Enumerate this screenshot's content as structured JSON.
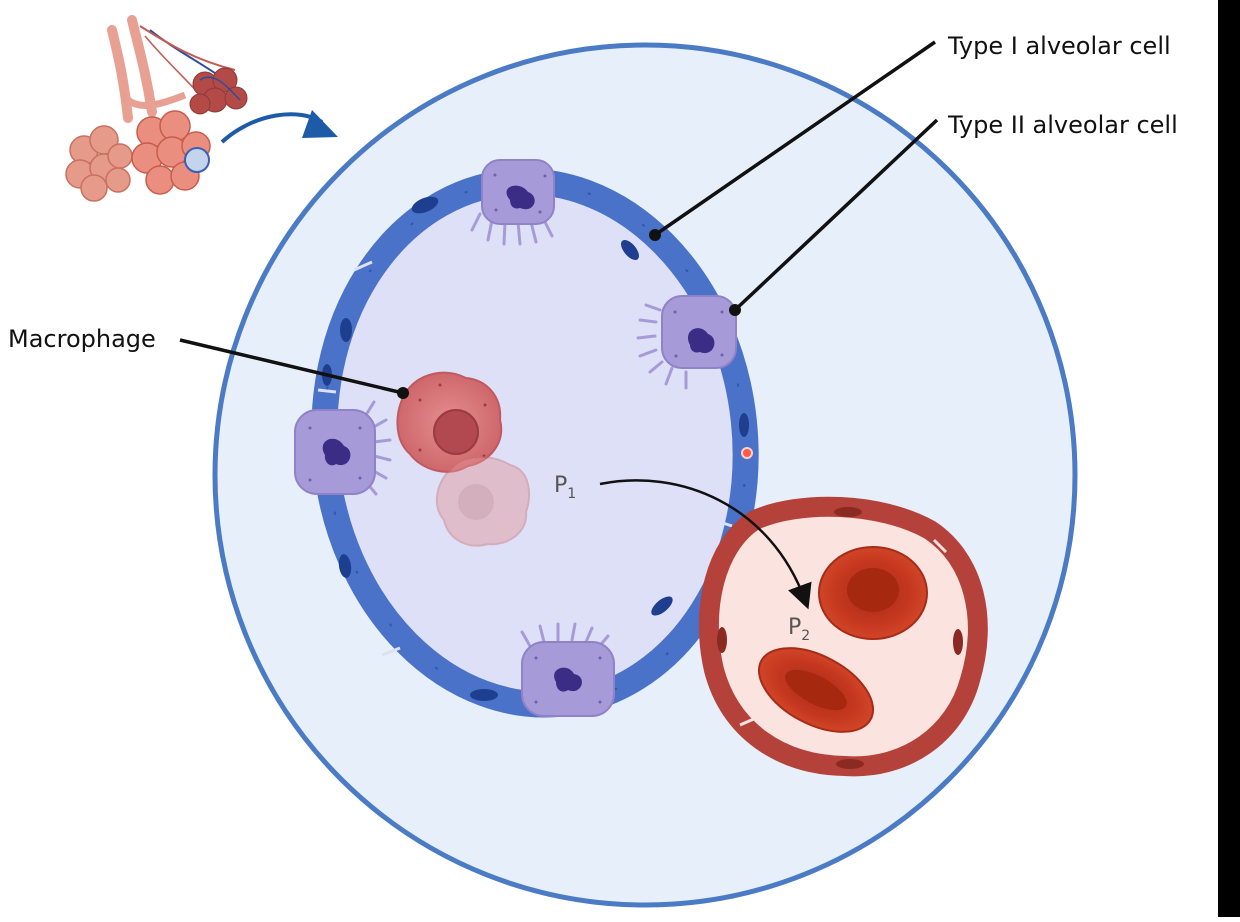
{
  "labels": {
    "type1": "Type I alveolar cell",
    "type2": "Type II alveolar cell",
    "macrophage": "Macrophage"
  },
  "pressures": {
    "p1_main": "P",
    "p1_sub": "1",
    "p2_main": "P",
    "p2_sub": "2"
  },
  "colors": {
    "outer_fill": "#e7f0fa",
    "outer_stroke": "#4a7bc4",
    "membrane": "#4a72c8",
    "nucleus": "#1e3f8f",
    "type2_fill": "#a79ad8",
    "macrophage_fill": "#d77478",
    "capillary_wall": "#b5423a",
    "rbc": "#c4371f"
  }
}
